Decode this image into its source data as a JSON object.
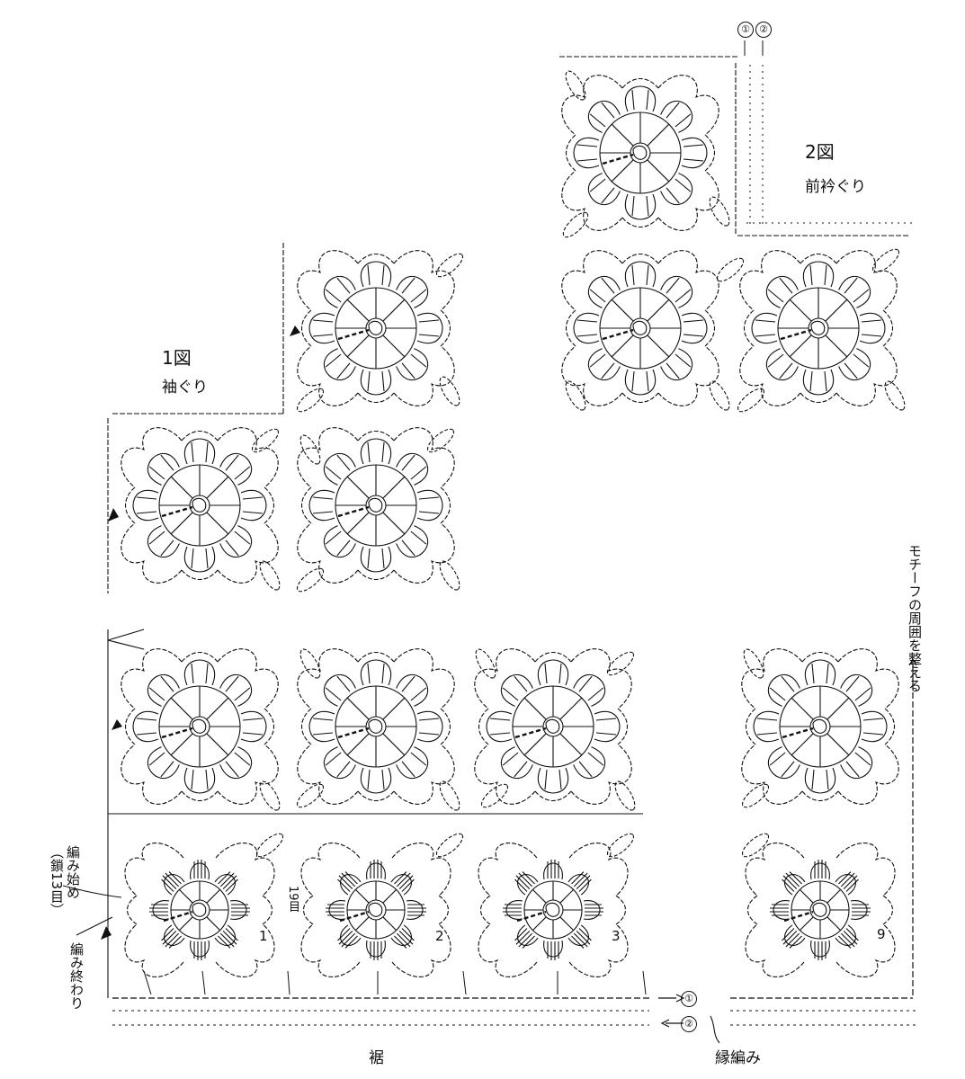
{
  "figure1": {
    "title": "1図",
    "subtitle": "袖ぐり"
  },
  "figure2": {
    "title": "2図",
    "subtitle": "前衿ぐり"
  },
  "labels": {
    "start": "編み始め",
    "start_chain": "（鎖13目）",
    "end": "編み終わり",
    "chain_19": "19目",
    "hem": "裾",
    "edging": "縁編み",
    "adjust_note": "モチーフの周囲を整える"
  },
  "row_markers": [
    "①",
    "②"
  ],
  "motif_numbers": [
    "1",
    "2",
    "3",
    "9"
  ],
  "colors": {
    "ink": "#111111",
    "paper": "#ffffff"
  }
}
